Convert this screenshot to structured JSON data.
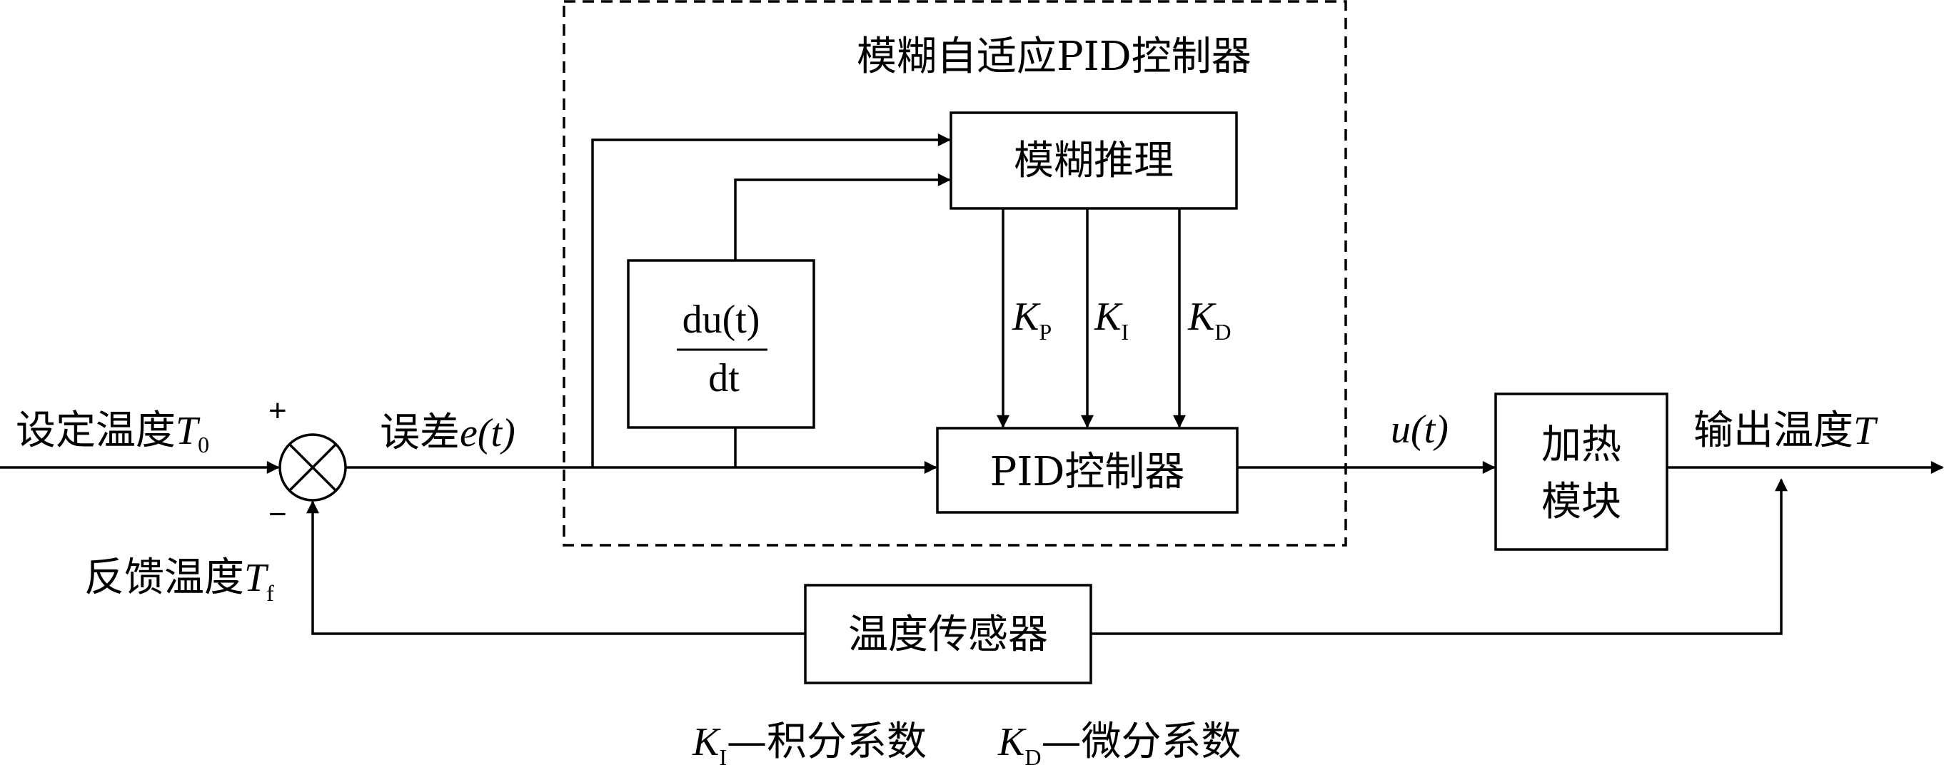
{
  "fuzzy_controller_title": "模糊自适应PID控制器",
  "blocks": {
    "fuzzy_inference": "模糊推理",
    "derivative": {
      "numerator": "du(t)",
      "denominator": "dt"
    },
    "pid_controller": "PID控制器",
    "heating_module": [
      "加热",
      "模块"
    ],
    "temperature_sensor": "温度传感器"
  },
  "signals": {
    "setpoint": {
      "text": "设定温度",
      "symbol": "T",
      "subscript": "0"
    },
    "plus_sign": "+",
    "minus_sign": "−",
    "error": {
      "text": "误差",
      "symbol": "e(t)"
    },
    "feedback": {
      "text": "反馈温度",
      "symbol": "T",
      "subscript": "f"
    },
    "control": {
      "symbol": "u(t)"
    },
    "output": {
      "text": "输出温度",
      "symbol": "T"
    }
  },
  "gains": [
    {
      "symbol": "K",
      "subscript": "P"
    },
    {
      "symbol": "K",
      "subscript": "I"
    },
    {
      "symbol": "K",
      "subscript": "D"
    }
  ],
  "legend": [
    {
      "symbol": "K",
      "subscript": "I",
      "text": "—积分系数"
    },
    {
      "symbol": "K",
      "subscript": "D",
      "text": "—微分系数"
    }
  ]
}
